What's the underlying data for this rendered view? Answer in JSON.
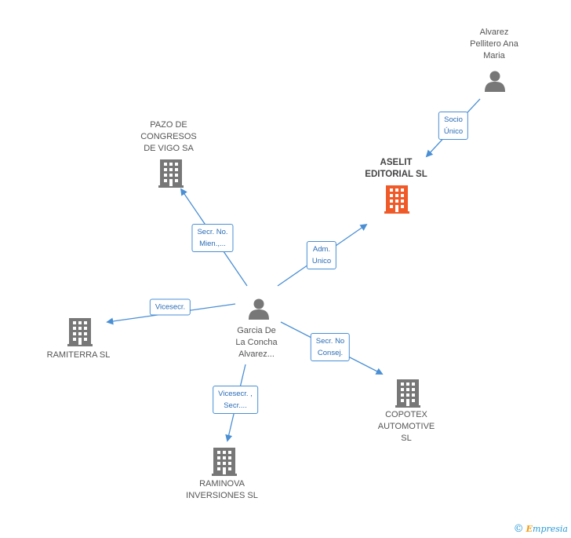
{
  "nodes": {
    "alvarez": {
      "label": "Alvarez\nPellitero Ana\nMaria",
      "type": "person"
    },
    "aselit": {
      "label": "ASELIT\nEDITORIAL SL",
      "type": "company-main"
    },
    "pazo": {
      "label": "PAZO DE\nCONGRESOS\nDE VIGO SA",
      "type": "company"
    },
    "garcia": {
      "label": "Garcia De\nLa Concha\nAlvarez...",
      "type": "person"
    },
    "ramiterra": {
      "label": "RAMITERRA SL",
      "type": "company"
    },
    "copotex": {
      "label": "COPOTEX\nAUTOMOTIVE\nSL",
      "type": "company"
    },
    "raminova": {
      "label": "RAMINOVA\nINVERSIONES SL",
      "type": "company"
    }
  },
  "edges": {
    "socio": "Socio\nÚnico",
    "adm": "Adm.\nUnico",
    "secno": "Secr.  No.\nMien.,...",
    "vicesecr": "Vicesecr.",
    "secnoconsej": "Secr.  No\nConsej.",
    "vicesecrsecr": "Vicesecr. ,\nSecr...."
  },
  "colors": {
    "accent": "#4a8fd4",
    "main_company": "#f05a28",
    "company": "#777777",
    "person": "#777777"
  },
  "footer": {
    "copyright": "©",
    "brand_first": "E",
    "brand_rest": "mpresia"
  }
}
